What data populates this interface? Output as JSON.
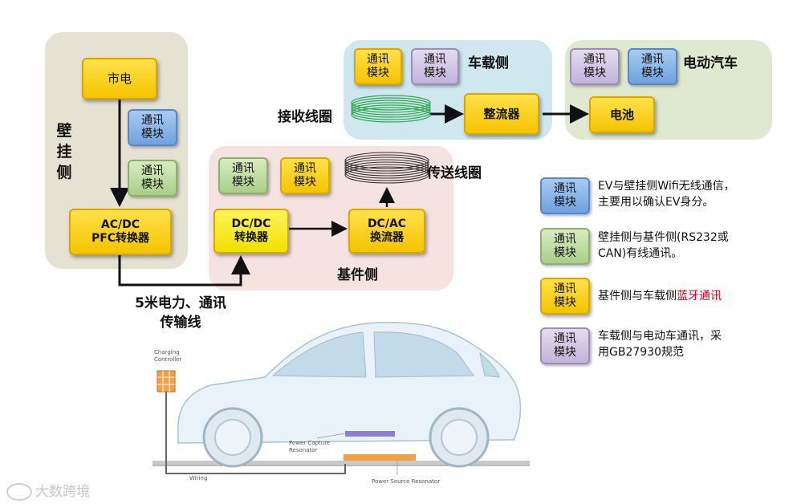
{
  "wall_side": {
    "title": "壁挂侧",
    "mains": "市电",
    "comm_blue": "通讯\n模块",
    "comm_green": "通讯\n模块",
    "acdc": "AC/DC\nPFC转换器"
  },
  "cable_label": "5米电力、通讯\n传输线",
  "base_side": {
    "title": "基件侧",
    "comm_green": "通讯\n模块",
    "comm_yellow": "通讯\n模块",
    "dcdc": "DC/DC\n转换器",
    "dcac": "DC/AC\n换流器",
    "transmit_coil": "传送线圈"
  },
  "vehicle_side": {
    "title": "车载侧",
    "comm_yellow": "通讯\n模块",
    "comm_lilac": "通讯\n模块",
    "receive_coil": "接收线圈",
    "rectifier": "整流器"
  },
  "ev": {
    "title": "电动汽车",
    "comm_lilac": "通讯\n模块",
    "comm_blue": "通讯\n模块",
    "battery": "电池"
  },
  "legend": [
    {
      "module": "通讯\n模块",
      "color": "blue",
      "text": "EV与壁挂侧Wifi无线通信，\n主要用以确认EV身分。"
    },
    {
      "module": "通讯\n模块",
      "color": "green",
      "text": "壁挂侧与基件侧(RS232或\nCAN)有线通讯。"
    },
    {
      "module": "通讯\n模块",
      "color": "yellow",
      "text_plain": "基件侧与车载侧",
      "text_highlight": "蓝牙通讯",
      "highlight_color": "#e0001b"
    },
    {
      "module": "通讯\n模块",
      "color": "lilac",
      "text": "车载侧与电动车通讯，采\n用GB27930规范"
    }
  ],
  "car_illustration": {
    "charging_controller": "Charging\nController",
    "power_capture": "Power Capture\nResonator",
    "power_source": "Power Source Resonator",
    "wiring": "Wiring"
  },
  "watermark": "大数跨境",
  "colors": {
    "wall_panel": "#e5e1d3",
    "base_panel": "#f5e3e1",
    "vehicle_panel": "#cfe7ee",
    "ev_panel": "#dfe9cf",
    "highlight": "#e0001b"
  }
}
